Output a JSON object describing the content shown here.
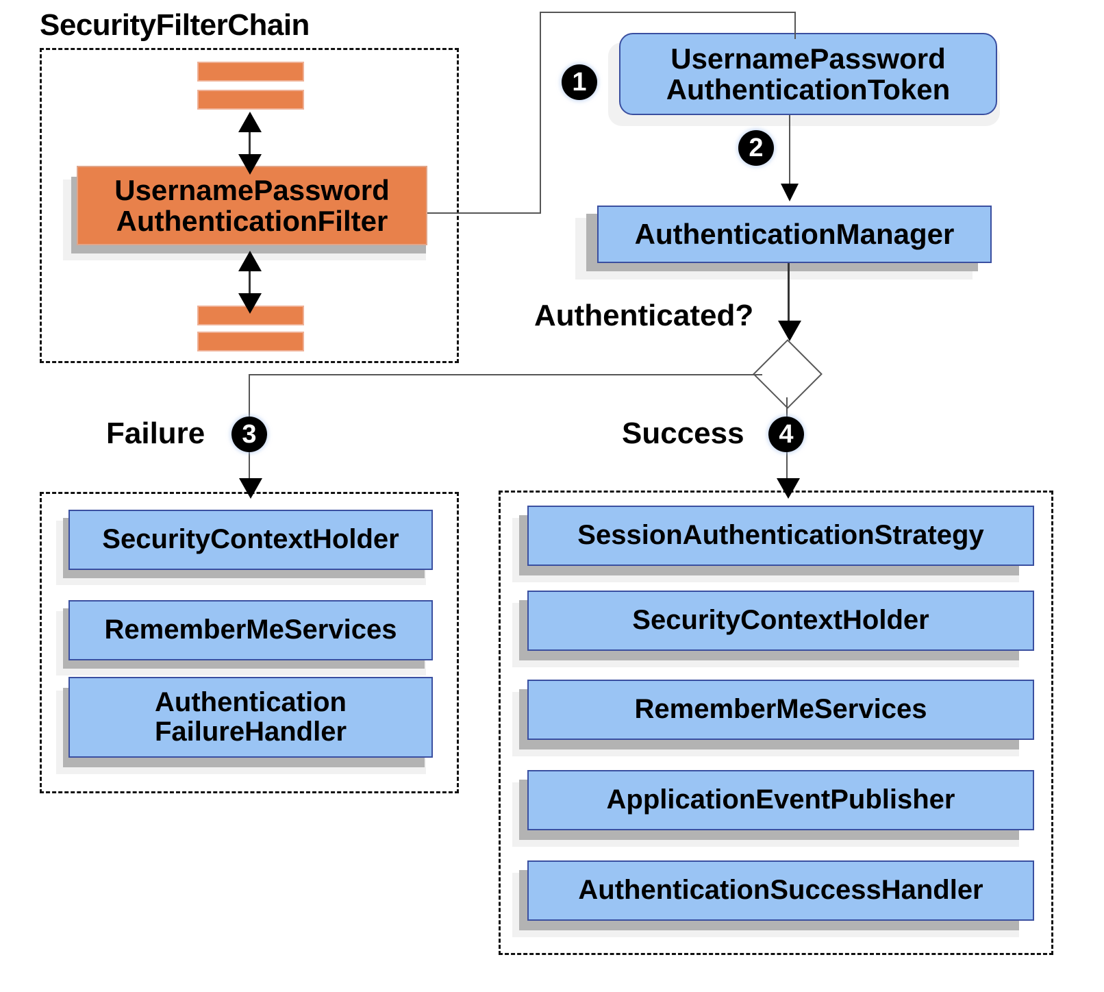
{
  "diagram": {
    "title_filter_chain": "SecurityFilterChain",
    "decision_label": "Authenticated?",
    "branch_failure_label": "Failure",
    "branch_success_label": "Success",
    "colors": {
      "blue_fill": "#9AC4F4",
      "blue_border": "#3A4FA0",
      "orange_fill": "#E8814B",
      "orange_border": "#E0A589",
      "shadow_mid": "#B3B3B3",
      "shadow_light": "#F1F1F1",
      "line": "#333333",
      "badge_bg": "#000000",
      "badge_text": "#FFFFFF"
    }
  },
  "filter_chain": {
    "filter_node": {
      "line1": "UsernamePassword",
      "line2": "AuthenticationFilter"
    },
    "strips": [
      {
        "name": "filter-strip-top-1"
      },
      {
        "name": "filter-strip-top-2"
      },
      {
        "name": "filter-strip-bottom-1"
      },
      {
        "name": "filter-strip-bottom-2"
      }
    ]
  },
  "auth_flow": {
    "token_node": {
      "line1": "UsernamePassword",
      "line2": "AuthenticationToken"
    },
    "manager_node": {
      "label": "AuthenticationManager"
    },
    "badges": [
      {
        "id": "badge-1",
        "label": "1"
      },
      {
        "id": "badge-2",
        "label": "2"
      },
      {
        "id": "badge-3",
        "label": "3"
      },
      {
        "id": "badge-4",
        "label": "4"
      }
    ]
  },
  "failure_group": {
    "items": [
      {
        "label": "SecurityContextHolder",
        "lines": [
          "SecurityContextHolder"
        ]
      },
      {
        "label": "RememberMeServices",
        "lines": [
          "RememberMeServices"
        ]
      },
      {
        "label": "AuthenticationFailureHandler",
        "lines": [
          "Authentication",
          "FailureHandler"
        ]
      }
    ]
  },
  "success_group": {
    "items": [
      {
        "label": "SessionAuthenticationStrategy"
      },
      {
        "label": "SecurityContextHolder"
      },
      {
        "label": "RememberMeServices"
      },
      {
        "label": "ApplicationEventPublisher"
      },
      {
        "label": "AuthenticationSuccessHandler"
      }
    ]
  }
}
